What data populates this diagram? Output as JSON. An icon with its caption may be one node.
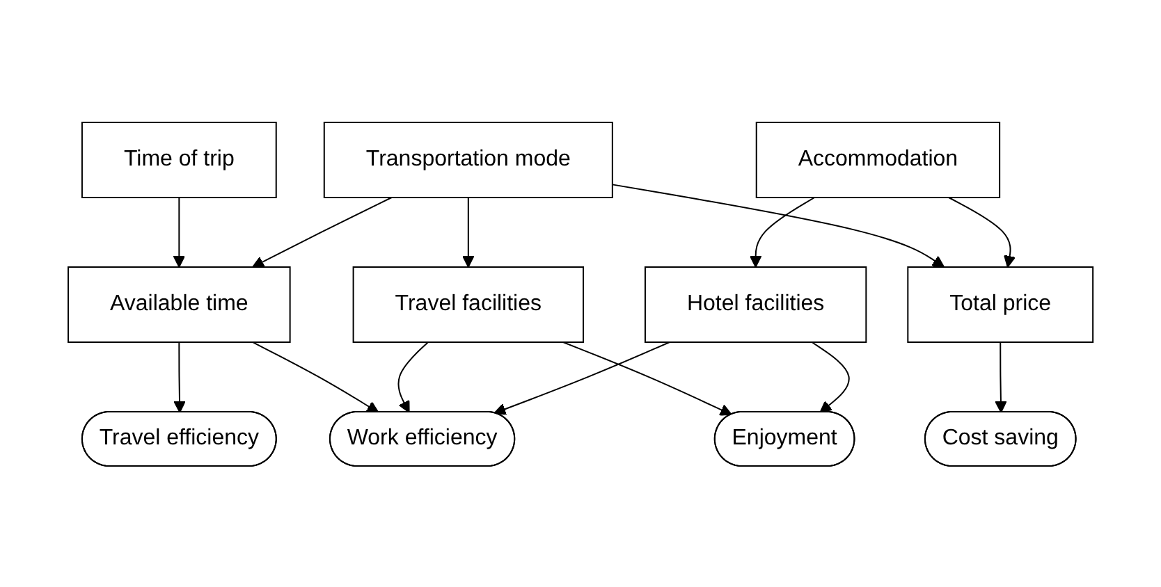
{
  "diagram": {
    "nodes": [
      {
        "text": [
          "Time of trip"
        ]
      },
      {
        "text": [
          "Transportation mode"
        ]
      },
      {
        "text": [
          "Accommodation"
        ]
      },
      {
        "text": [
          "Available time"
        ]
      },
      {
        "text": [
          "Travel facilities"
        ]
      },
      {
        "text": [
          "Hotel facilities"
        ]
      },
      {
        "text": [
          "Total price"
        ]
      },
      {
        "text": [
          "Travel efficiency"
        ]
      },
      {
        "text": [
          "Work efficiency"
        ]
      },
      {
        "text": [
          "Enjoyment"
        ]
      },
      {
        "text": [
          "Cost saving"
        ]
      }
    ],
    "edges": [
      {
        "from": 0,
        "to": 3,
        "arrow": "to"
      },
      {
        "from": 1,
        "to": 3,
        "arrow": "to"
      },
      {
        "from": 1,
        "to": 4,
        "arrow": "to"
      },
      {
        "from": 1,
        "to": 6,
        "arrow": "to"
      },
      {
        "from": 2,
        "to": 5,
        "arrow": "to"
      },
      {
        "from": 2,
        "to": 6,
        "arrow": "to"
      },
      {
        "from": 3,
        "to": 7,
        "arrow": "to"
      },
      {
        "from": 3,
        "to": 8,
        "arrow": "to"
      },
      {
        "from": 4,
        "to": 8,
        "arrow": "to"
      },
      {
        "from": 4,
        "to": 9,
        "arrow": "to"
      },
      {
        "from": 5,
        "to": 8,
        "arrow": "to"
      },
      {
        "from": 5,
        "to": 9,
        "arrow": "to"
      },
      {
        "from": 6,
        "to": 10,
        "arrow": "to"
      }
    ]
  }
}
